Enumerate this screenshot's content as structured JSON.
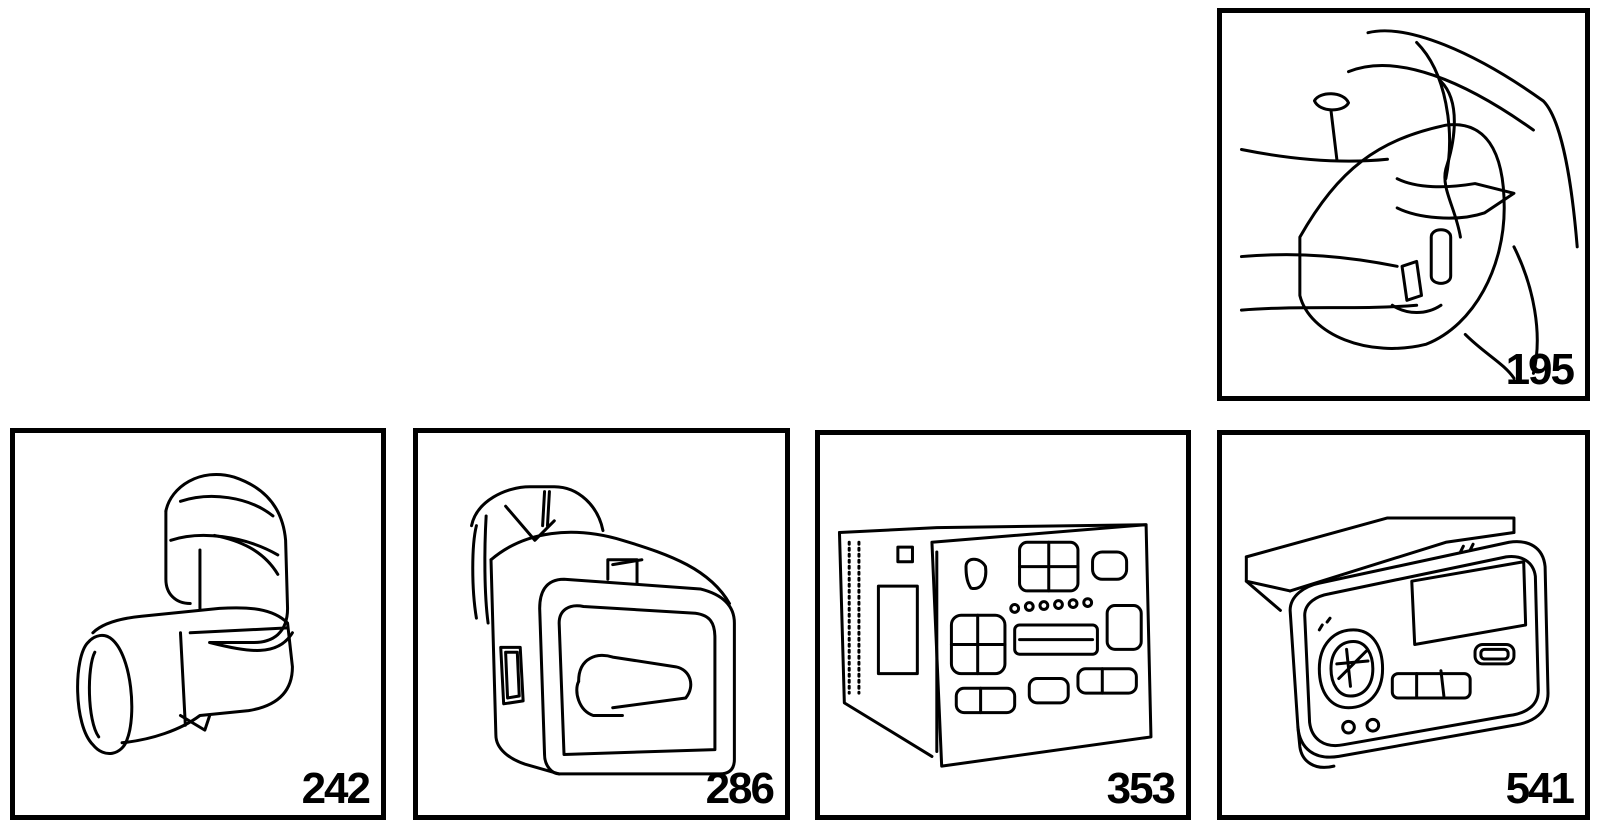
{
  "panels": [
    {
      "id": "p195",
      "label": "195",
      "icon": "washer-reservoir-icon"
    },
    {
      "id": "p242",
      "label": "242",
      "icon": "angled-connector-boot-icon"
    },
    {
      "id": "p286",
      "label": "286",
      "icon": "rectangular-connector-icon"
    },
    {
      "id": "p353",
      "label": "353",
      "icon": "cassette-radio-icon"
    },
    {
      "id": "p541",
      "label": "541",
      "icon": "display-module-icon"
    }
  ],
  "colors": {
    "ink": "#000000",
    "paper": "#ffffff"
  }
}
